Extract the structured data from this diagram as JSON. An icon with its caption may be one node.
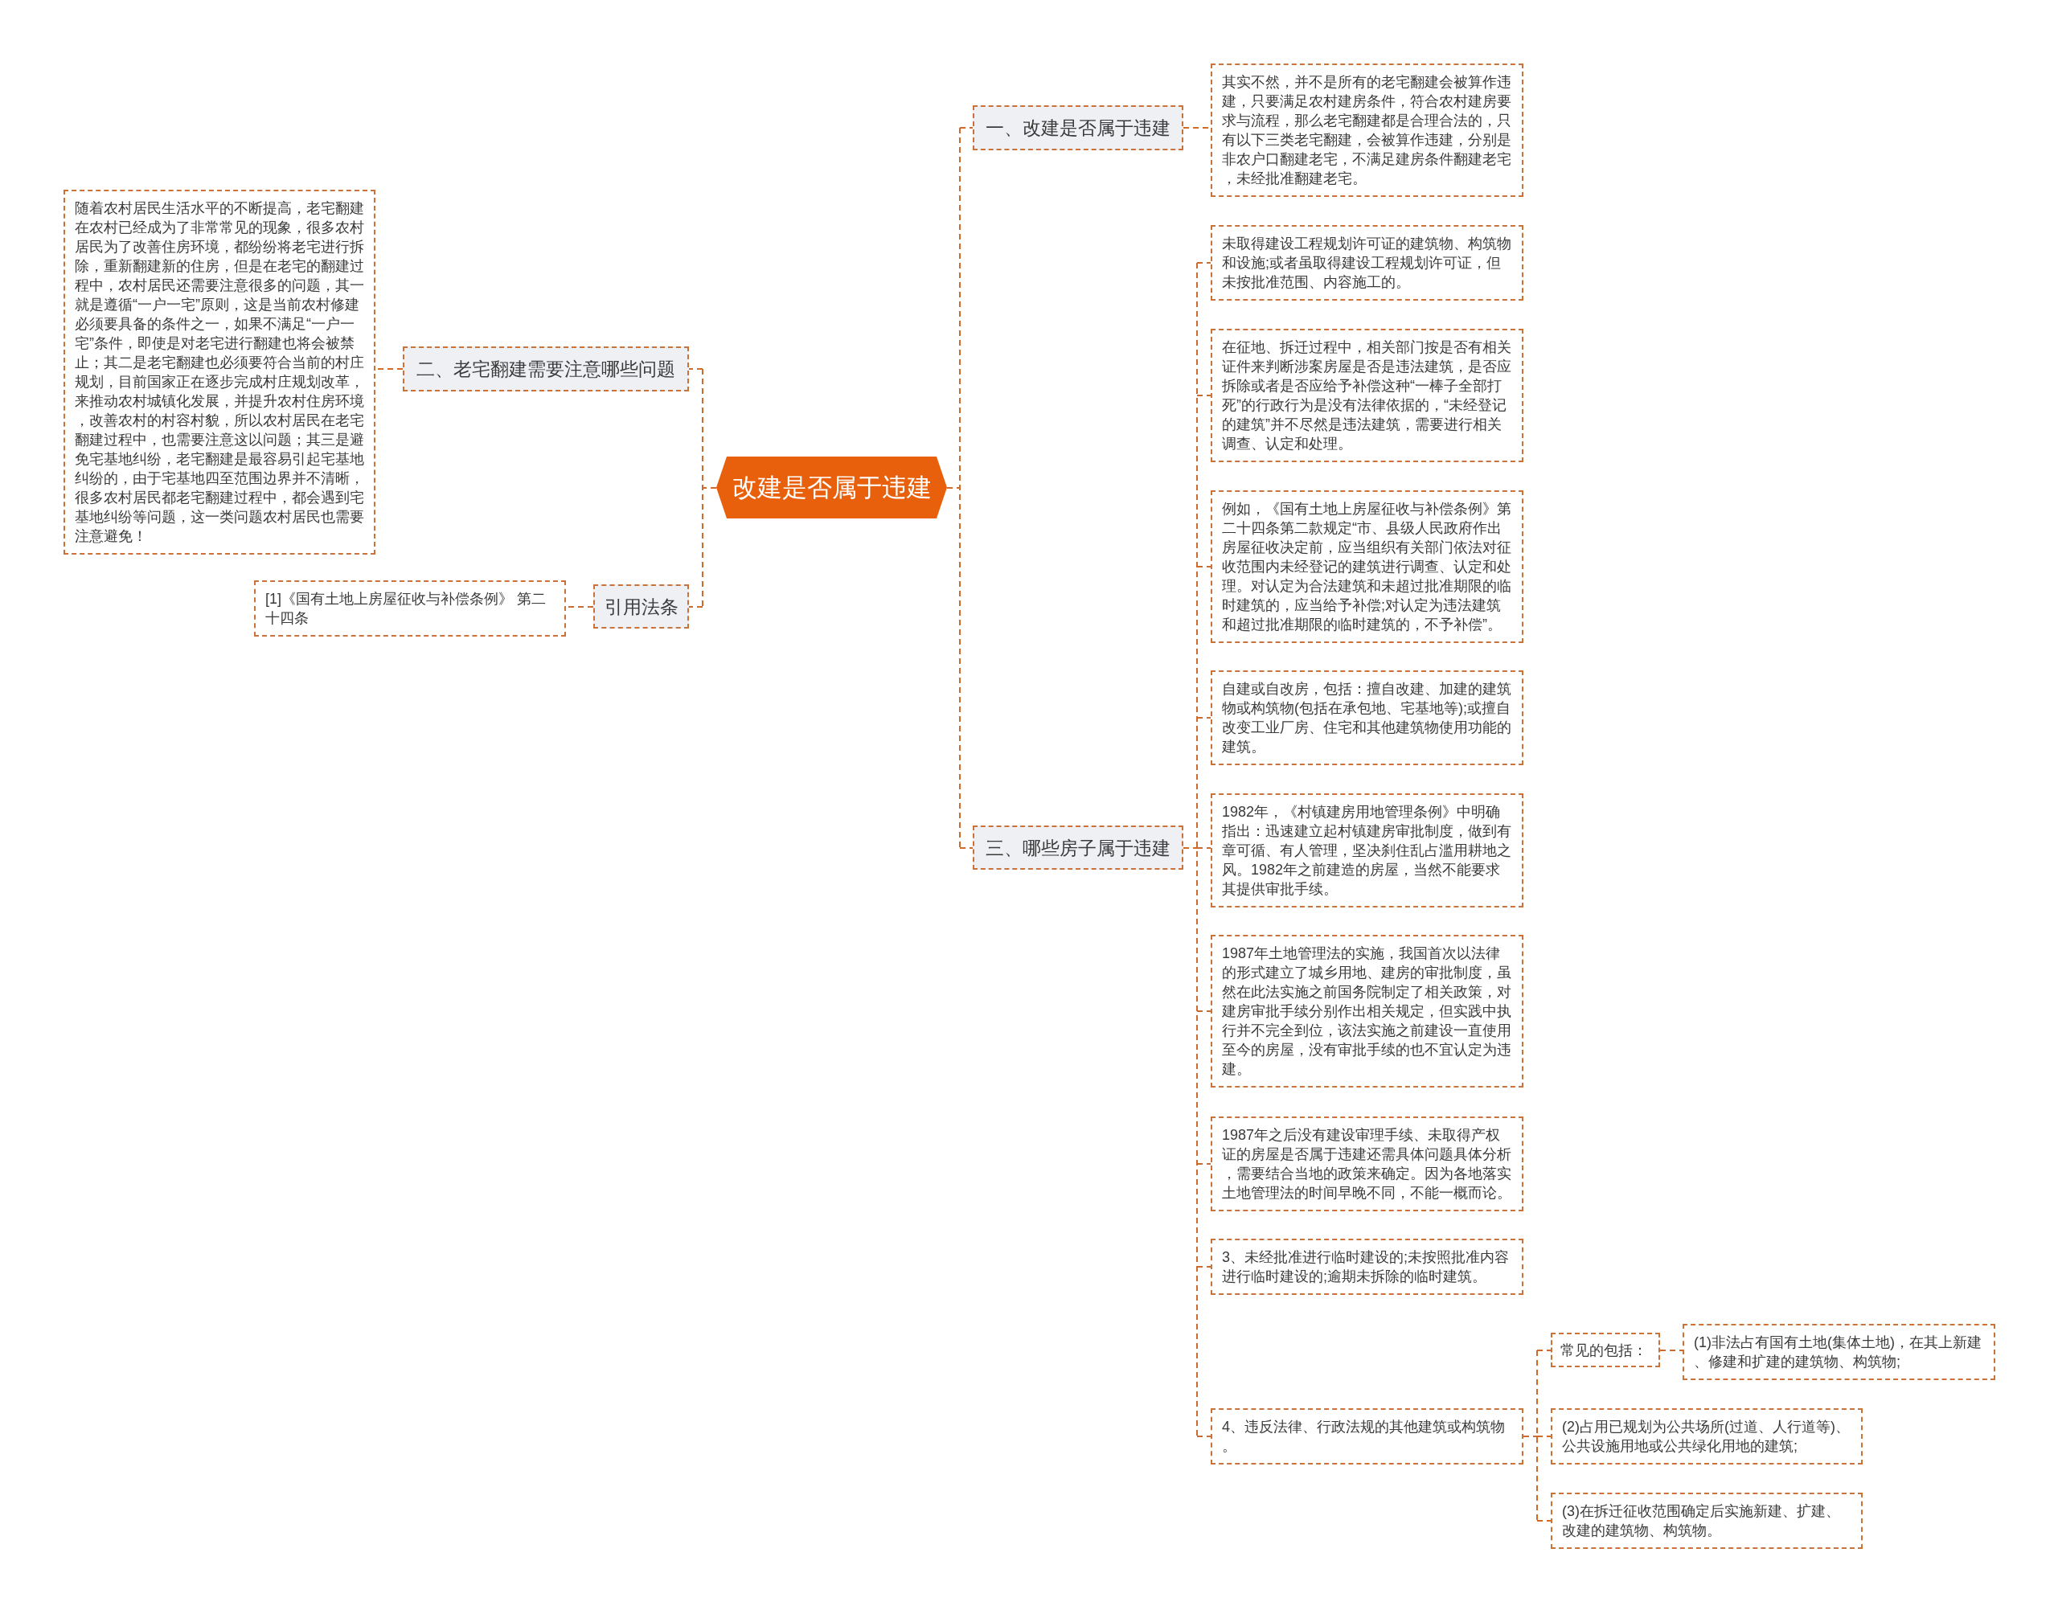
{
  "diagram": {
    "nodes": [
      {
        "text": [
          "改建是否属于违建"
        ]
      },
      {
        "text": [
          "一、改建是否属于违建"
        ]
      },
      {
        "text": [
          "其实不然，并不是所有的老宅翻建会被算作违建，只要满足农村建房条件，符合农村建房要求与流程，那么老宅翻建都是合理合法的，只有以下三类老宅翻建，会被算作违建，分别是非农户口翻建老宅，不满足建房条件翻建老宅，未经批准翻建老宅。"
        ]
      },
      {
        "text": [
          "三、哪些房子属于违建"
        ]
      },
      {
        "text": [
          "未取得建设工程规划许可证的建筑物、构筑物和设施;或者虽取得建设工程规划许可证，但未按批准范围、内容施工的。"
        ]
      },
      {
        "text": [
          "在征地、拆迁过程中，相关部门按是否有相关证件来判断涉案房屋是否是违法建筑，是否应拆除或者是否应给予补偿这种“一棒子全部打死”的行政行为是没有法律依据的，“未经登记的建筑”并不尽然是违法建筑，需要进行相关调查、认定和处理。"
        ]
      },
      {
        "text": [
          "例如，《国有土地上房屋征收与补偿条例》第二十四条第二款规定“市、县级人民政府作出房屋征收决定前，应当组织有关部门依法对征收范围内未经登记的建筑进行调查、认定和处理。对认定为合法建筑和未超过批准期限的临时建筑的，应当给予补偿;对认定为违法建筑和超过批准期限的临时建筑的，不予补偿”。"
        ]
      },
      {
        "text": [
          "自建或自改房，包括：擅自改建、加建的建筑物或构筑物(包括在承包地、宅基地等);或擅自改变工业厂房、住宅和其他建筑物使用功能的建筑。"
        ]
      },
      {
        "text": [
          "1982年，《村镇建房用地管理条例》中明确指出：迅速建立起村镇建房审批制度，做到有章可循、有人管理，坚决刹住乱占滥用耕地之风。1982年之前建造的房屋，当然不能要求其提供审批手续。"
        ]
      },
      {
        "text": [
          "1987年土地管理法的实施，我国首次以法律的形式建立了城乡用地、建房的审批制度，虽然在此法实施之前国务院制定了相关政策，对建房审批手续分别作出相关规定，但实践中执行并不完全到位，该法实施之前建设一直使用至今的房屋，没有审批手续的也不宜认定为违建。"
        ]
      },
      {
        "text": [
          "1987年之后没有建设审理手续、未取得产权证的房屋是否属于违建还需具体问题具体分析，需要结合当地的政策来确定。因为各地落实土地管理法的时间早晚不同，不能一概而论。"
        ]
      },
      {
        "text": [
          "3、未经批准进行临时建设的;未按照批准内容进行临时建设的;逾期未拆除的临时建筑。"
        ]
      },
      {
        "text": [
          "4、违反法律、行政法规的其他建筑或构筑物。"
        ]
      },
      {
        "text": [
          "常见的包括："
        ]
      },
      {
        "text": [
          "(1)非法占有国有土地(集体土地)，在其上新建、修建和扩建的建筑物、构筑物;"
        ]
      },
      {
        "text": [
          "(2)占用已规划为公共场所(过道、人行道等)、公共设施用地或公共绿化用地的建筑;"
        ]
      },
      {
        "text": [
          "(3)在拆迁征收范围确定后实施新建、扩建、改建的建筑物、构筑物。"
        ]
      },
      {
        "text": [
          "二、老宅翻建需要注意哪些问题"
        ]
      },
      {
        "text": [
          "随着农村居民生活水平的不断提高，老宅翻建在农村已经成为了非常常见的现象，很多农村居民为了改善住房环境，都纷纷将老宅进行拆除，重新翻建新的住房，但是在老宅的翻建过程中，农村居民还需要注意很多的问题，其一就是遵循“一户一宅”原则，这是当前农村修建必须要具备的条件之一，如果不满足“一户一宅”条件，即使是对老宅进行翻建也将会被禁止；其二是老宅翻建也必须要符合当前的村庄规划，目前国家正在逐步完成村庄规划改革，来推动农村城镇化发展，并提升农村住房环境，改善农村的村容村貌，所以农村居民在老宅翻建过程中，也需要注意这以问题；其三是避免宅基地纠纷，老宅翻建是最容易引起宅基地纠纷的，由于宅基地四至范围边界并不清晰，很多农村居民都老宅翻建过程中，都会遇到宅基地纠纷等问题，这一类问题农村居民也需要注意避免！"
        ]
      },
      {
        "text": [
          "引用法条"
        ]
      },
      {
        "text": [
          "[1]《国有土地上房屋征收与补偿条例》 第二十四条"
        ]
      }
    ],
    "edges": [
      {
        "from": 0,
        "to": 1,
        "arrow": "none",
        "style": "dashed"
      },
      {
        "from": 1,
        "to": 2,
        "arrow": "none",
        "style": "dashed"
      },
      {
        "from": 0,
        "to": 3,
        "arrow": "none",
        "style": "dashed"
      },
      {
        "from": 3,
        "to": 4,
        "arrow": "none",
        "style": "dashed"
      },
      {
        "from": 3,
        "to": 5,
        "arrow": "none",
        "style": "dashed"
      },
      {
        "from": 3,
        "to": 6,
        "arrow": "none",
        "style": "dashed"
      },
      {
        "from": 3,
        "to": 7,
        "arrow": "none",
        "style": "dashed"
      },
      {
        "from": 3,
        "to": 8,
        "arrow": "none",
        "style": "dashed"
      },
      {
        "from": 3,
        "to": 9,
        "arrow": "none",
        "style": "dashed"
      },
      {
        "from": 3,
        "to": 10,
        "arrow": "none",
        "style": "dashed"
      },
      {
        "from": 3,
        "to": 11,
        "arrow": "none",
        "style": "dashed"
      },
      {
        "from": 3,
        "to": 12,
        "arrow": "none",
        "style": "dashed"
      },
      {
        "from": 12,
        "to": 13,
        "arrow": "none",
        "style": "dashed"
      },
      {
        "from": 13,
        "to": 14,
        "arrow": "none",
        "style": "dashed"
      },
      {
        "from": 12,
        "to": 15,
        "arrow": "none",
        "style": "dashed"
      },
      {
        "from": 12,
        "to": 16,
        "arrow": "none",
        "style": "dashed"
      },
      {
        "from": 0,
        "to": 17,
        "arrow": "none",
        "style": "dashed"
      },
      {
        "from": 17,
        "to": 18,
        "arrow": "none",
        "style": "dashed"
      },
      {
        "from": 0,
        "to": 19,
        "arrow": "none",
        "style": "dashed"
      },
      {
        "from": 19,
        "to": 20,
        "arrow": "none",
        "style": "dashed"
      }
    ]
  }
}
